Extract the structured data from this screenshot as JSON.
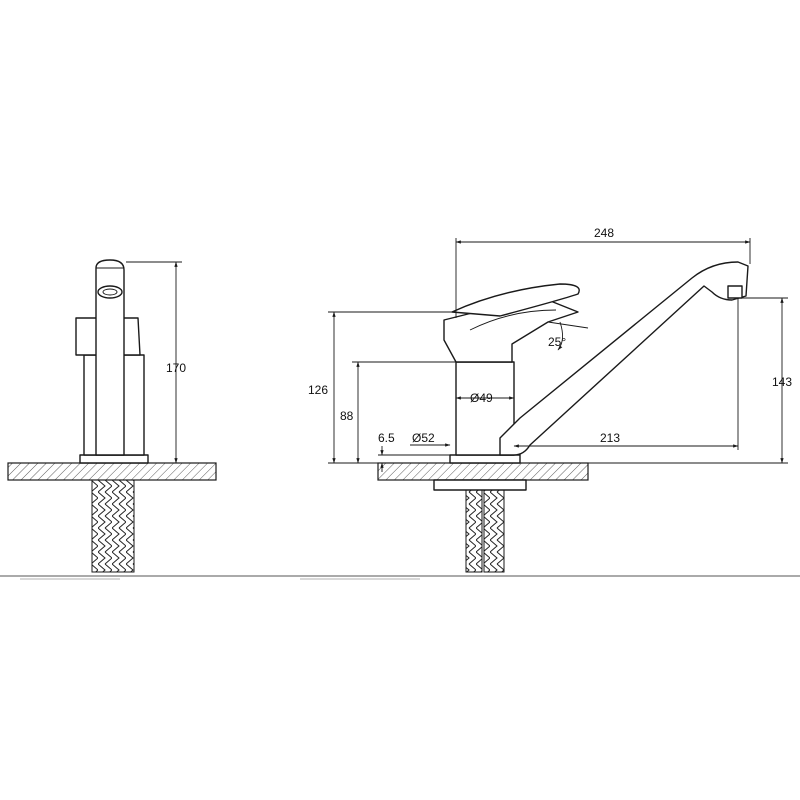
{
  "dimensions": {
    "height_side": "170",
    "total_length": "248",
    "body_height": "126",
    "lever_base_height": "88",
    "body_diameter": "Ø49",
    "base_diameter": "Ø52",
    "base_plate_thickness": "6.5",
    "spout_reach": "213",
    "spout_height": "143",
    "lever_angle": "25°"
  },
  "colors": {
    "line": "#1a1a1a",
    "background": "#ffffff"
  }
}
